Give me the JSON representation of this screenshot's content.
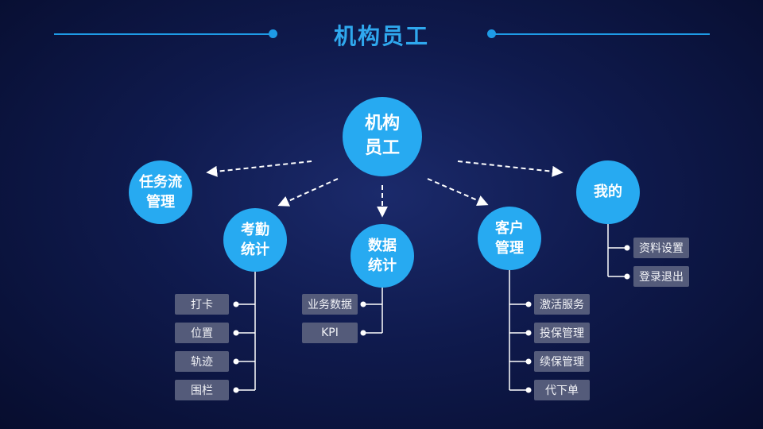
{
  "title": "机构员工",
  "center": {
    "label": "机构员工"
  },
  "nodes": {
    "task": {
      "label": "任务流\n管理"
    },
    "attendance": {
      "label": "考勤\n统计",
      "items": [
        "打卡",
        "位置",
        "轨迹",
        "围栏"
      ]
    },
    "datastats": {
      "label": "数据\n统计",
      "items": [
        "业务数据",
        "KPI"
      ]
    },
    "customer": {
      "label": "客户\n管理",
      "items": [
        "激活服务",
        "投保管理",
        "续保管理",
        "代下单"
      ]
    },
    "mine": {
      "label": "我的",
      "items": [
        "资料设置",
        "登录退出"
      ]
    }
  },
  "colors": {
    "accent": "#27aaf1",
    "line": "#1e9be6",
    "box": "#545b7a",
    "background": "#0f1a4d"
  }
}
